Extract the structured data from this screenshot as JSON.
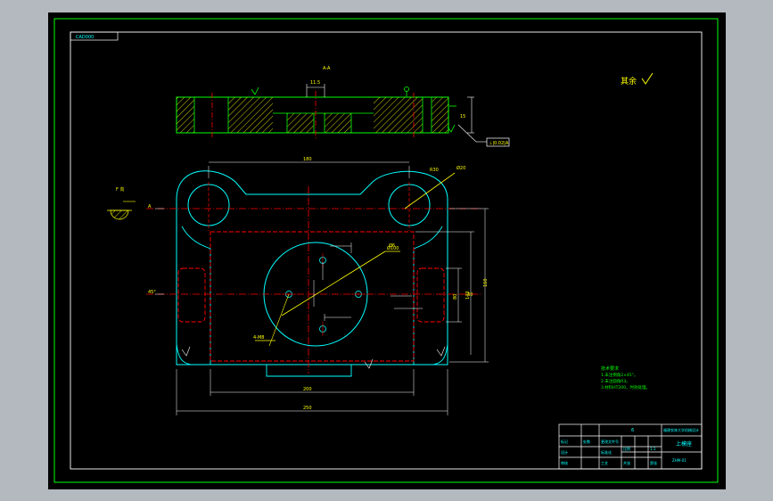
{
  "drawing": {
    "border_code": "CAD000",
    "section_label": "A-A",
    "top_dim_small": "11.5",
    "view_label": "F 向",
    "callout_box": "⊥|0.02|A",
    "roughness_note": "其余",
    "dims": {
      "width_inner": "180",
      "width_bottom_inner": "200",
      "width_total": "250",
      "height_total": "160",
      "height_inner": "140",
      "height_small": "80",
      "right_dim": "30",
      "hole_dim": "Ø6",
      "radius": "R30",
      "depth": "15",
      "ref_a": "A",
      "circle_dim": "Ø100",
      "hole_spec": "4-M8",
      "left_mark": "45°",
      "flag_dim": "Ø20"
    }
  },
  "tech_req": {
    "title": "技术要求",
    "line1": "1.未注倒角2×45°。",
    "line2": "2.未注圆角R3。",
    "line3": "3.材料HT200，时效处理。"
  },
  "title_block": {
    "top_mark": "6",
    "part_name": "上模座",
    "top_right": "福建农林大学机械设计",
    "row1_a": "标记",
    "row1_b": "处数",
    "row1_c": "更改文件号",
    "mid_left": "设计",
    "mid_mid": "标准化",
    "mid_right": "比例",
    "scale_value": "1:1",
    "bottom_left": "审核",
    "bottom_mid": "工艺",
    "bottom_right": "共张",
    "sheet": "第张",
    "drawing_no": "ZHM-01"
  }
}
